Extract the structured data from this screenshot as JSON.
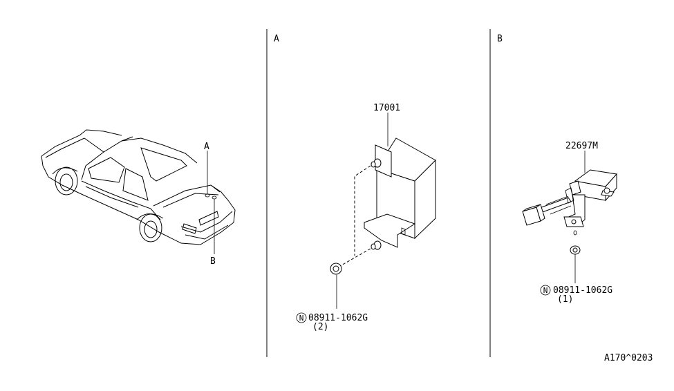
{
  "sections": {
    "a": {
      "label": "A"
    },
    "b": {
      "label": "B"
    }
  },
  "car_callouts": {
    "a": "A",
    "b": "B"
  },
  "parts": {
    "module_a": {
      "number": "17001"
    },
    "fastener_a": {
      "circle_letter": "N",
      "number": "08911-1062G",
      "qty": "(2)"
    },
    "module_b": {
      "number": "22697M"
    },
    "fastener_b": {
      "circle_letter": "N",
      "number": "08911-1062G",
      "qty": "(1)"
    }
  },
  "diagram_code": "A170^0203"
}
